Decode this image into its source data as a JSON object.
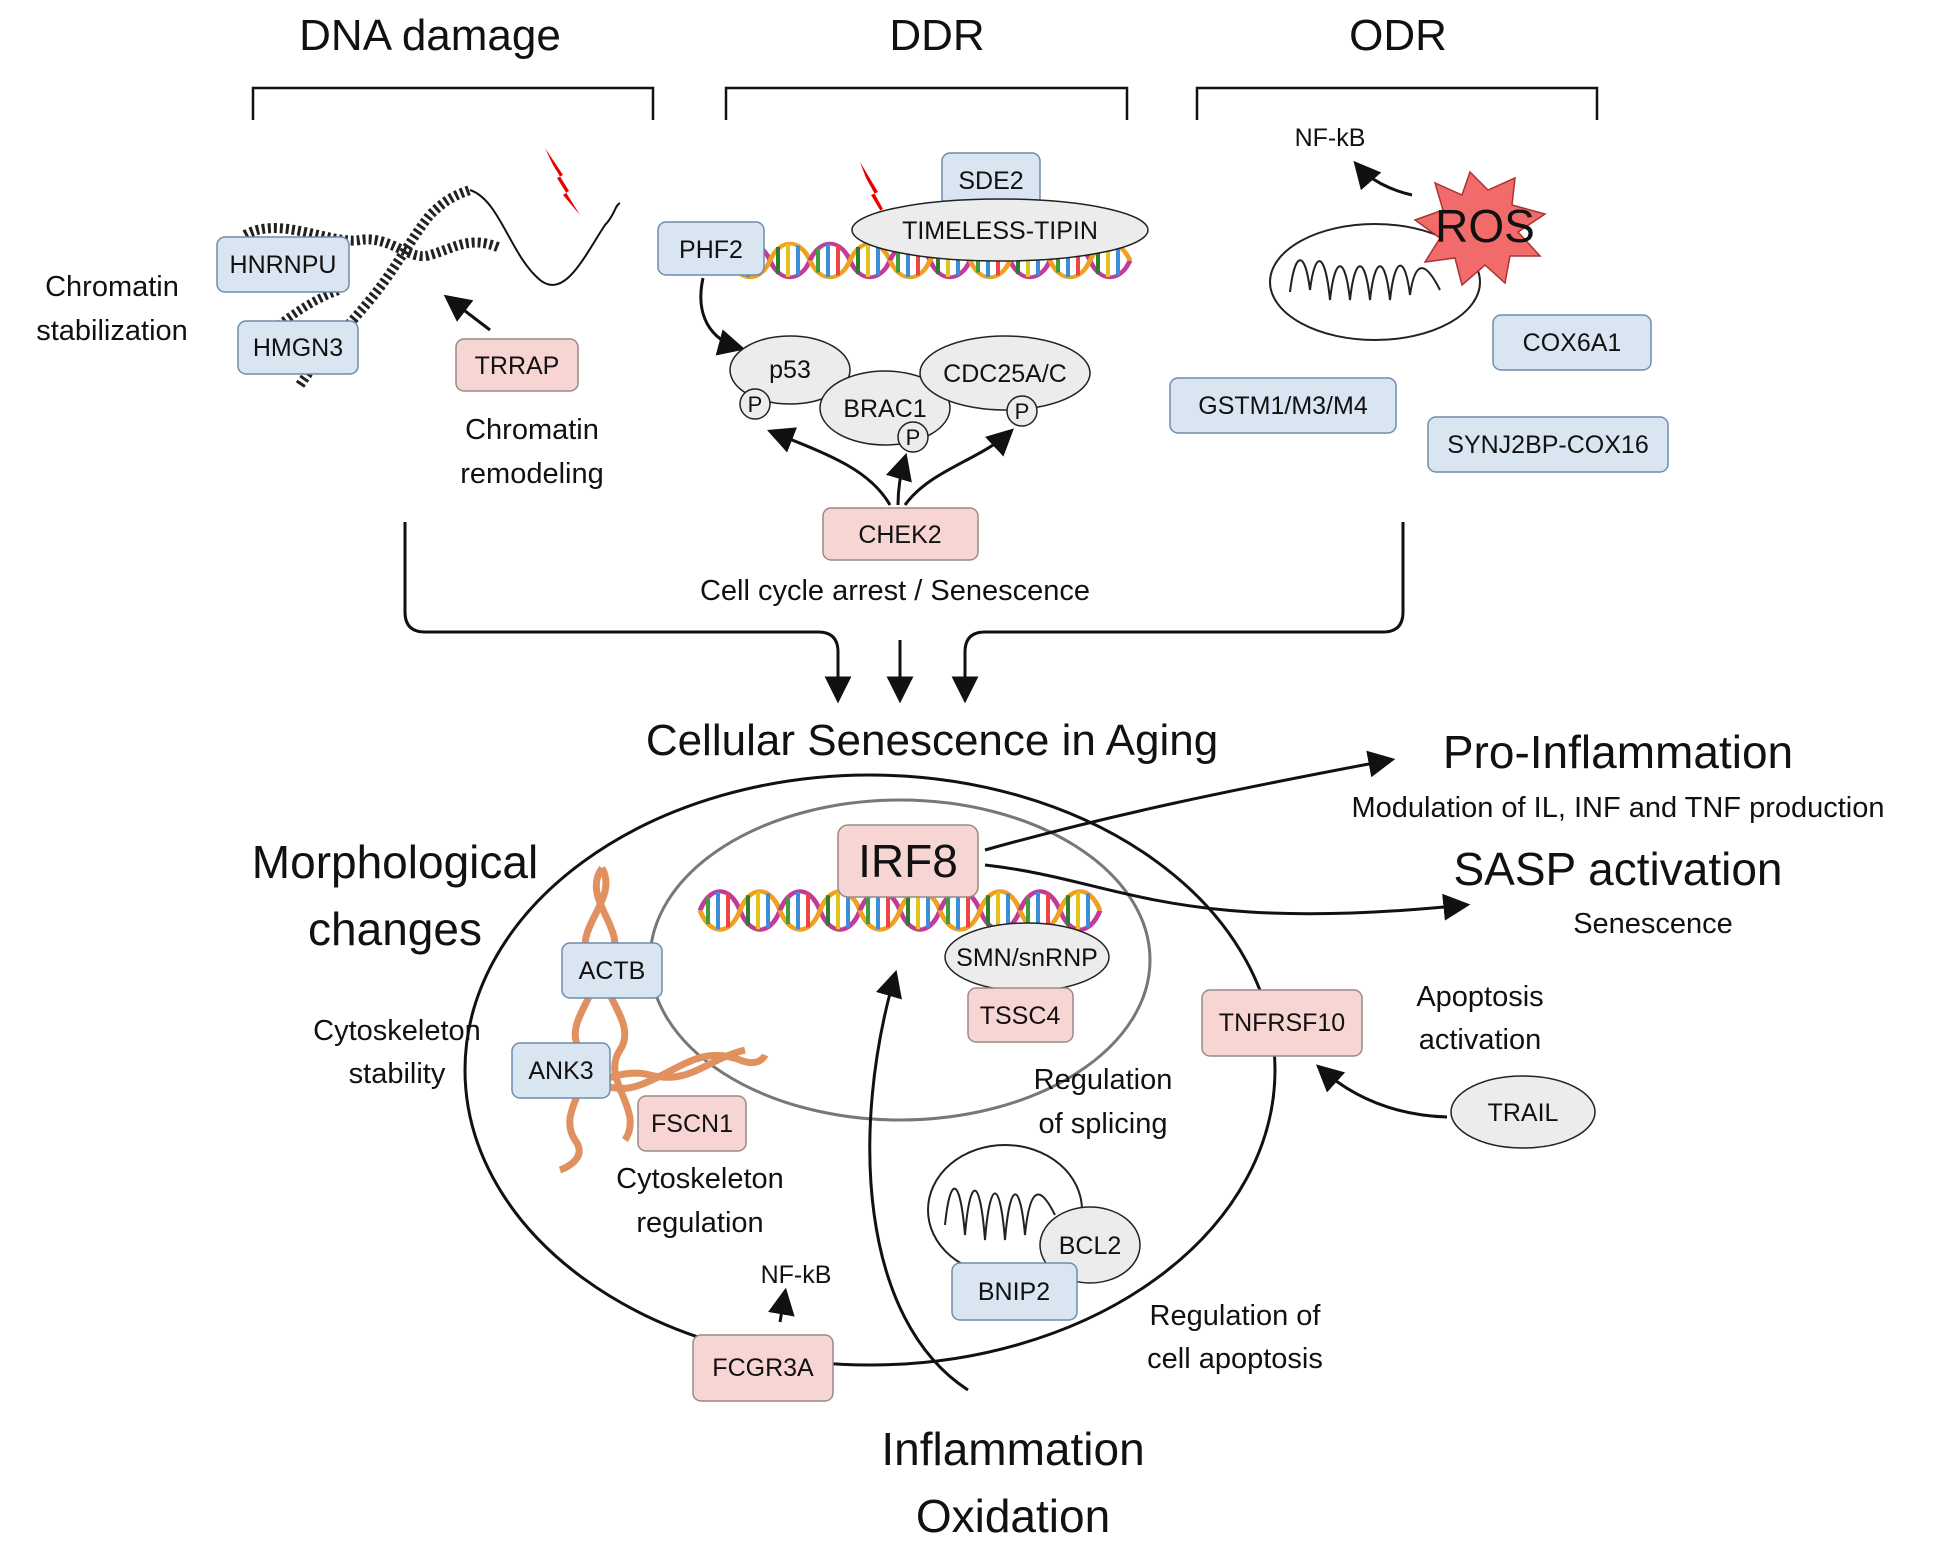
{
  "colors": {
    "blue_box_fill": "#d9e6f2",
    "blue_box_stroke": "#6f8bab",
    "pink_box_fill": "#f7d5d3",
    "pink_box_stroke": "#9a8a89",
    "grey_oval_fill": "#ececec",
    "ros_fill": "#f26b6b",
    "lightning": "#e60000",
    "actin": "#e0915f"
  },
  "headers": {
    "dna_damage": "DNA damage",
    "ddr": "DDR",
    "odr": "ODR"
  },
  "dna_damage_panel": {
    "hnrnpu": "HNRNPU",
    "hmgn3": "HMGN3",
    "trrap": "TRRAP",
    "chromatin_stabilization_line1": "Chromatin",
    "chromatin_stabilization_line2": "stabilization",
    "chromatin_remodeling_line1": "Chromatin",
    "chromatin_remodeling_line2": "remodeling"
  },
  "ddr_panel": {
    "phf2": "PHF2",
    "sde2": "SDE2",
    "timeless_tipin": "TIMELESS-TIPIN",
    "p53": "p53",
    "brac1": "BRAC1",
    "cdc25": "CDC25A/C",
    "phospho": "P",
    "chek2": "CHEK2",
    "caption": "Cell cycle arrest / Senescence"
  },
  "odr_panel": {
    "nfkb": "NF-kB",
    "ros": "ROS",
    "cox6a1": "COX6A1",
    "gstm": "GSTM1/M3/M4",
    "synj2bp": "SYNJ2BP-COX16"
  },
  "center_title": "Cellular Senescence in Aging",
  "cell": {
    "irf8": "IRF8",
    "smn": "SMN/snRNP",
    "tssc4": "TSSC4",
    "splicing_line1": "Regulation",
    "splicing_line2": "of splicing",
    "actb": "ACTB",
    "ank3": "ANK3",
    "fscn1": "FSCN1",
    "cyto_reg_line1": "Cytoskeleton",
    "cyto_reg_line2": "regulation",
    "bcl2": "BCL2",
    "bnip2": "BNIP2",
    "fcgr3a": "FCGR3A",
    "nfkb": "NF-kB",
    "tnfrsf10": "TNFRSF10"
  },
  "left_labels": {
    "morph_line1": "Morphological",
    "morph_line2": "changes",
    "cyto_stab_line1": "Cytoskeleton",
    "cyto_stab_line2": "stability"
  },
  "right_labels": {
    "pro_inflammation": "Pro-Inflammation",
    "modulation": "Modulation of IL, INF and TNF production",
    "sasp": "SASP activation",
    "senescence": "Senescence",
    "apoptosis_line1": "Apoptosis",
    "apoptosis_line2": "activation",
    "trail": "TRAIL",
    "reg_apoptosis_line1": "Regulation of",
    "reg_apoptosis_line2": "cell apoptosis"
  },
  "bottom_labels": {
    "inflammation": "Inflammation",
    "oxidation": "Oxidation"
  }
}
